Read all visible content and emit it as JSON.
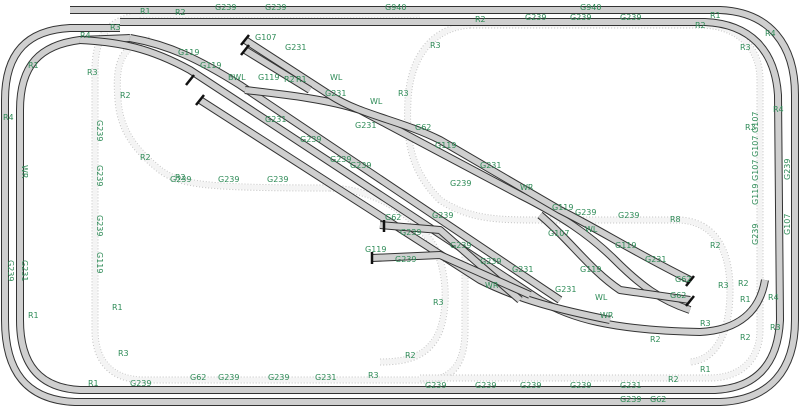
{
  "diagram": {
    "colors": {
      "track_outline": "#333333",
      "track_fill": "#cfcfcf",
      "ghost_track": "#c9c9c9",
      "label": "#2e8b57",
      "background": "#ffffff"
    },
    "labels": {
      "top_g239_a": "G239",
      "top_g239_b": "G239",
      "top_g940_a": "G940",
      "top_g239_c": "G239",
      "top_g940_b": "G940",
      "top_g239_d": "G239",
      "top_g239_e": "G239",
      "top_r2_a": "R2",
      "top_r2_b": "R2",
      "top_r3_a": "R3",
      "top_r4": "R4",
      "top_r1_a": "R1",
      "top_r2_c": "R2",
      "top_r3_b": "R3",
      "left_r1": "R1",
      "left_r2": "R2",
      "left_r3": "R3",
      "left_r4": "R4",
      "left_g239_a": "G239",
      "left_g239_b": "G239",
      "left_g239_c": "G239",
      "left_wr": "WR",
      "left_g239_d": "G239",
      "left_g231": "G231",
      "left_g119": "G119",
      "left_r1_b": "R1",
      "left_r3_b": "R3",
      "left_r2_b": "R2",
      "left_r1_c": "R1",
      "bottom_r1": "R1",
      "bottom_g239_a": "G239",
      "bottom_g62_a": "G62",
      "bottom_g239_b": "G239",
      "bottom_g239_c": "G239",
      "bottom_g231_a": "G231",
      "bottom_r3": "R3",
      "bottom_g239_d": "G239",
      "bottom_g239_e": "G239",
      "bottom_g239_f": "G239",
      "bottom_g239_g": "G239",
      "bottom_g231_b": "G231",
      "bottom_r2": "R2",
      "bottom_g239_h": "G239",
      "bottom_g62_b": "G62",
      "bottom_r1_b": "R1",
      "inner_g239_a": "G239",
      "inner_g239_b": "G239",
      "inner_g239_c": "G239",
      "inner_r2_a": "R2",
      "inner_r2_b": "R2",
      "inner_r3": "R3",
      "yard_g119_a": "G119",
      "yard_g119_b": "G119",
      "yard_wl_a": "WL",
      "yard_g119_c": "G119",
      "yard_r2": "R2",
      "yard_r1": "R1",
      "yard_wl_b": "WL",
      "yard_wl_c": "WL",
      "yard_wr_a": "WR",
      "yard_g107_a": "G107",
      "yard_g231_a": "G231",
      "yard_g231_b": "G231",
      "yard_g231_c": "G231",
      "yard_g239_a": "G239",
      "yard_g239_b": "G239",
      "yard_g239_c": "G239",
      "yard_g62": "G62",
      "yard_wr_b": "WR",
      "yard_g119_d": "G119",
      "yard_g239_d": "G239",
      "yard_g239_e": "G239",
      "yard_r8": "R8",
      "yard_wl_d": "WL",
      "yard_g119_e": "G119",
      "yard_g231_d": "G231",
      "yard_g239_f": "G239",
      "yard_g239_g": "G239",
      "yard_wr_c": "WR",
      "yard_g119_f": "G119",
      "yard_g231_e": "G231",
      "yard_g239_h": "G239",
      "yard_g239_i": "G239",
      "yard_bwl": "BWL",
      "yard_g119_g": "G119",
      "yard_g231_f": "G231",
      "yard_g62_b": "G62",
      "yard_g119_h": "G119",
      "yard_g107_b": "G107",
      "yard_g231_g": "G231",
      "yard_g231_h": "G231",
      "yard_g239_j": "G239",
      "yard_g62_c": "G62",
      "yard_g62_d": "G62",
      "right_r3_a": "R3",
      "right_r1": "R1",
      "right_r2": "R2",
      "right_r4": "R4",
      "right_g239_a": "G239",
      "right_g239_b": "G239",
      "right_g239_c": "G239",
      "right_r3_b": "R3",
      "right_r2_b": "R2",
      "right_r1_b": "R1",
      "right_r4_b": "R4",
      "right_g119_vert": "G119 G107 G107 G107",
      "right_g107": "G107",
      "right_r2_c": "R2",
      "right_r3_c": "R3",
      "right_r4_c": "R4",
      "r_inner_r2": "R2",
      "r_inner_r3": "R3",
      "r_inner_g239": "G239",
      "r_inner_g239_b": "G239",
      "r_inner_r2_b": "R2",
      "r_inner_r3_b": "R3"
    }
  }
}
